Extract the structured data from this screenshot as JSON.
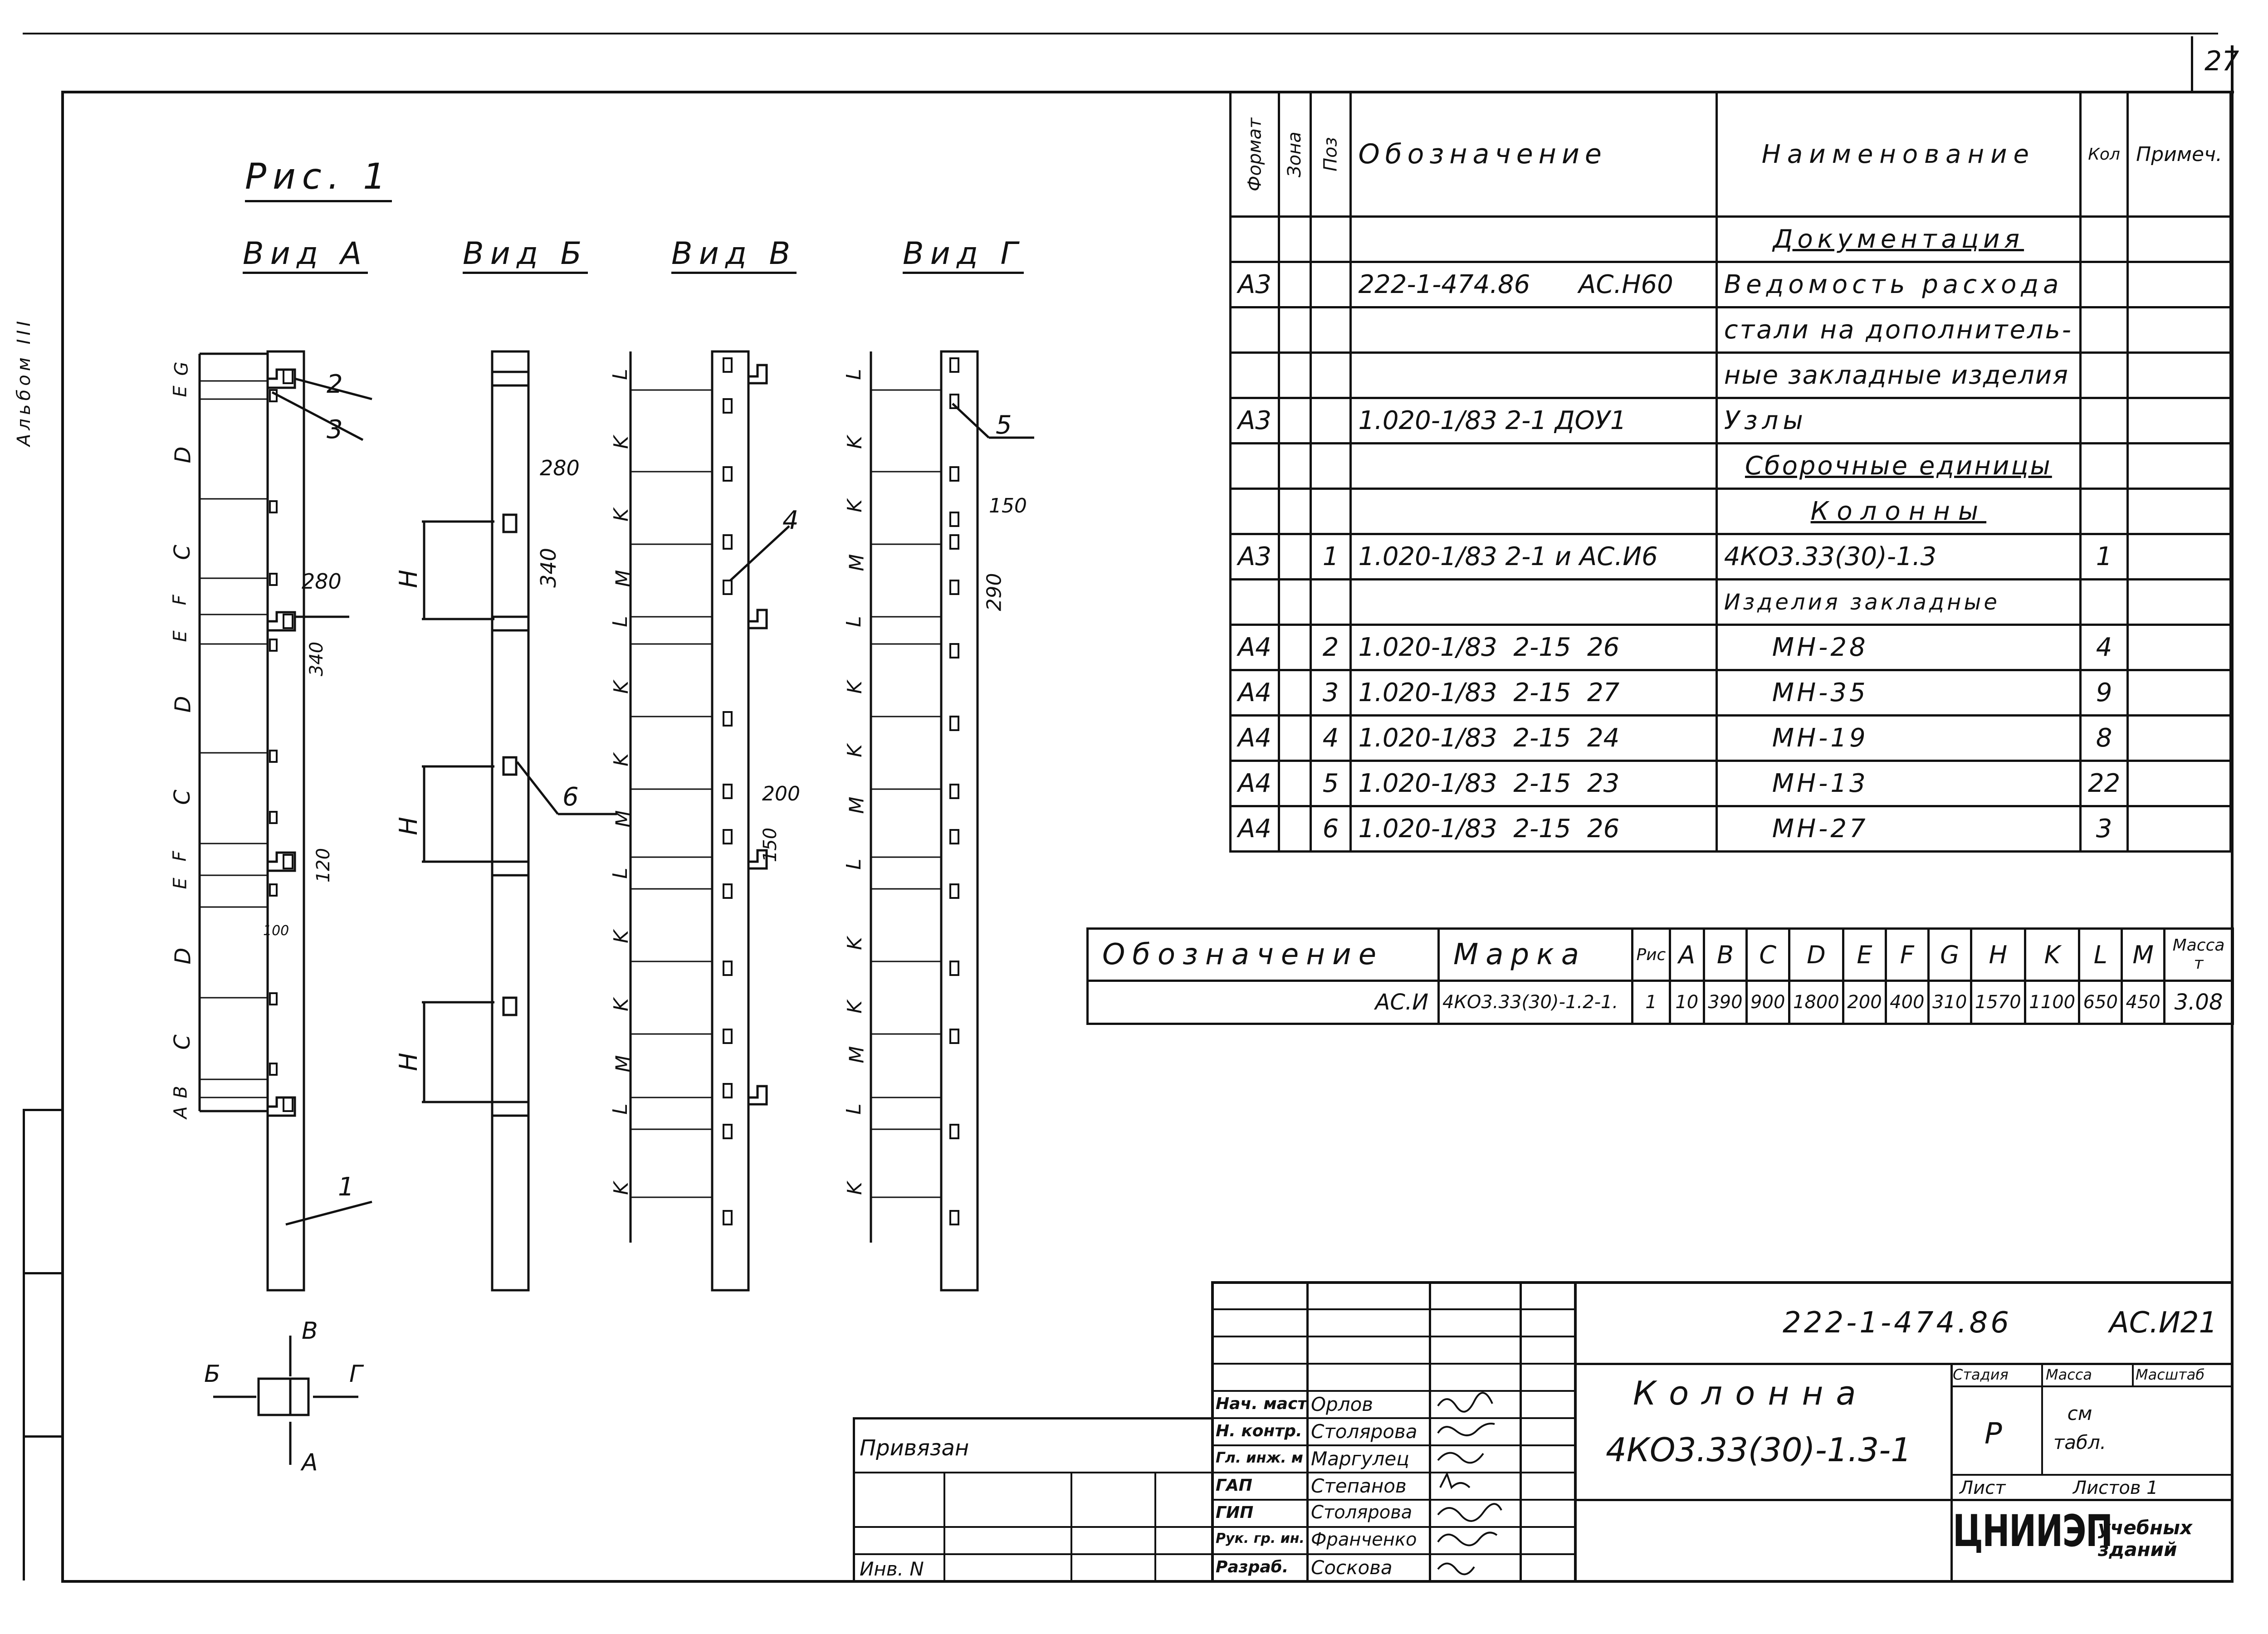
{
  "page_number": "27",
  "figure": {
    "title": "Рис. 1",
    "views": [
      "Вид А",
      "Вид Б",
      "Вид В",
      "Вид Г"
    ],
    "leader_numbers": [
      "1",
      "2",
      "3",
      "4",
      "5",
      "6"
    ],
    "view_a_axis_letters": [
      "G",
      "E",
      "D",
      "C",
      "F",
      "E",
      "D",
      "C",
      "F",
      "E",
      "D",
      "C",
      "B",
      "A"
    ],
    "view_a_dims": [
      "280",
      "340",
      "120",
      "100"
    ],
    "view_b_dims": [
      "280",
      "340"
    ],
    "view_b_letters": [
      "H",
      "H",
      "H"
    ],
    "view_v_letters": [
      "L",
      "K",
      "K",
      "M",
      "L",
      "K",
      "K",
      "M",
      "L",
      "K",
      "K",
      "M",
      "L",
      "K"
    ],
    "view_v_dims": [
      "200",
      "150"
    ],
    "view_g_letters": [
      "L",
      "K",
      "K",
      "M",
      "L",
      "K",
      "K",
      "M",
      "L",
      "K",
      "K",
      "M",
      "L",
      "K"
    ],
    "view_g_dims": [
      "150",
      "290"
    ],
    "orientation": {
      "top": "В",
      "left": "Б",
      "right": "Г",
      "bottom": "А"
    }
  },
  "spec": {
    "headers": {
      "format": "Формат",
      "zone": "Зона",
      "pos": "Поз",
      "designation": "Обозначение",
      "name": "Наименование",
      "qty": "Кол",
      "note": "Примеч."
    },
    "rows": [
      {
        "format": "",
        "pos": "",
        "designation": "",
        "name": "Документация",
        "qty": "",
        "style": "u"
      },
      {
        "format": "А3",
        "pos": "",
        "designation": "222-1-474.86      АС.Н60",
        "name": "Ведомость расхода",
        "qty": ""
      },
      {
        "format": "",
        "pos": "",
        "designation": "",
        "name": "стали на дополнитель-",
        "qty": ""
      },
      {
        "format": "",
        "pos": "",
        "designation": "",
        "name": "ные закладные изделия",
        "qty": ""
      },
      {
        "format": "А3",
        "pos": "",
        "designation": "1.020-1/83  2-1 ДОУ1",
        "name": "Узлы",
        "qty": ""
      },
      {
        "format": "",
        "pos": "",
        "designation": "",
        "name": "Сборочные единицы",
        "qty": "",
        "style": "u"
      },
      {
        "format": "",
        "pos": "",
        "designation": "",
        "name": "Колонны",
        "qty": "",
        "style": "u"
      },
      {
        "format": "А3",
        "pos": "1",
        "designation": "1.020-1/83  2-1 и АС.И6",
        "name": "4КО3.33(30)-1.3",
        "qty": "1"
      },
      {
        "format": "",
        "pos": "",
        "designation": "",
        "name": "Изделия закладные",
        "qty": ""
      },
      {
        "format": "А4",
        "pos": "2",
        "designation": "1.020-1/83  2-15  26",
        "name": "МН-28",
        "qty": "4"
      },
      {
        "format": "А4",
        "pos": "3",
        "designation": "1.020-1/83  2-15  27",
        "name": "МН-35",
        "qty": "9"
      },
      {
        "format": "А4",
        "pos": "4",
        "designation": "1.020-1/83  2-15  24",
        "name": "МН-19",
        "qty": "8"
      },
      {
        "format": "А4",
        "pos": "5",
        "designation": "1.020-1/83  2-15  23",
        "name": "МН-13",
        "qty": "22"
      },
      {
        "format": "А4",
        "pos": "6",
        "designation": "1.020-1/83  2-15  26",
        "name": "МН-27",
        "qty": "3"
      }
    ]
  },
  "param": {
    "headers": [
      "Обозначение",
      "Марка",
      "Рис",
      "A",
      "B",
      "C",
      "D",
      "E",
      "F",
      "G",
      "H",
      "K",
      "L",
      "M",
      "Масса т"
    ],
    "row": [
      "АС.И",
      "4КО3.33(30)-1.2-1.",
      "1",
      "10",
      "390",
      "900",
      "1800",
      "200",
      "400",
      "310",
      "1570",
      "1100",
      "650",
      "450",
      "3.08"
    ]
  },
  "title_block": {
    "code": "222-1-474.86",
    "sheet_code": "АС.И21",
    "title": "Колонна",
    "mark": "4КО3.33(30)-1.3-1",
    "stage_label": "Стадия",
    "mass_label": "Масса",
    "scale_label": "Масштаб",
    "stage": "Р",
    "mass": "см табл.",
    "sheet_label": "Лист",
    "sheets_label": "Листов 1",
    "org": "ЦНИИЭП",
    "org_sub": "учебных зданий",
    "bound": "Привязан",
    "inv": "Инв. N",
    "staff": [
      {
        "role": "Нач. маст",
        "name": "Орлов"
      },
      {
        "role": "Н. контр.",
        "name": "Столярова"
      },
      {
        "role": "Гл. инж. м",
        "name": "Маргулец"
      },
      {
        "role": "ГАП",
        "name": "Степанов"
      },
      {
        "role": "ГИП",
        "name": "Столярова"
      },
      {
        "role": "Рук. гр. ин.",
        "name": "Франченко"
      },
      {
        "role": "Разраб.",
        "name": "Соскова"
      }
    ]
  },
  "margin_stamp": "Альбом III"
}
